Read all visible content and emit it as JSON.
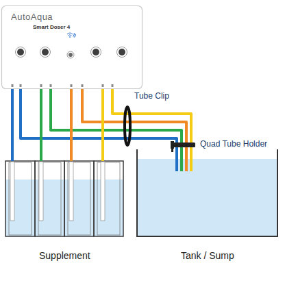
{
  "diagram": {
    "nodes": [
      {
        "text": [
          "AutoAqua",
          "Smart Doser 4"
        ]
      },
      {
        "text": [
          "Supplement"
        ]
      },
      {
        "text": [
          "Tank / Sump"
        ]
      }
    ],
    "edges": [
      {
        "from": 0,
        "to": 1,
        "arrow": "none"
      },
      {
        "from": 0,
        "to": 2,
        "arrow": "none"
      },
      {
        "from": 0,
        "to": 1,
        "arrow": "none"
      },
      {
        "from": 0,
        "to": 2,
        "arrow": "none"
      },
      {
        "from": 0,
        "to": 1,
        "arrow": "none"
      },
      {
        "from": 0,
        "to": 2,
        "arrow": "none"
      },
      {
        "from": 0,
        "to": 1,
        "arrow": "none"
      },
      {
        "from": 0,
        "to": 2,
        "arrow": "none"
      }
    ],
    "labels": [
      "Tube Clip",
      "Quad Tube Holder"
    ]
  }
}
